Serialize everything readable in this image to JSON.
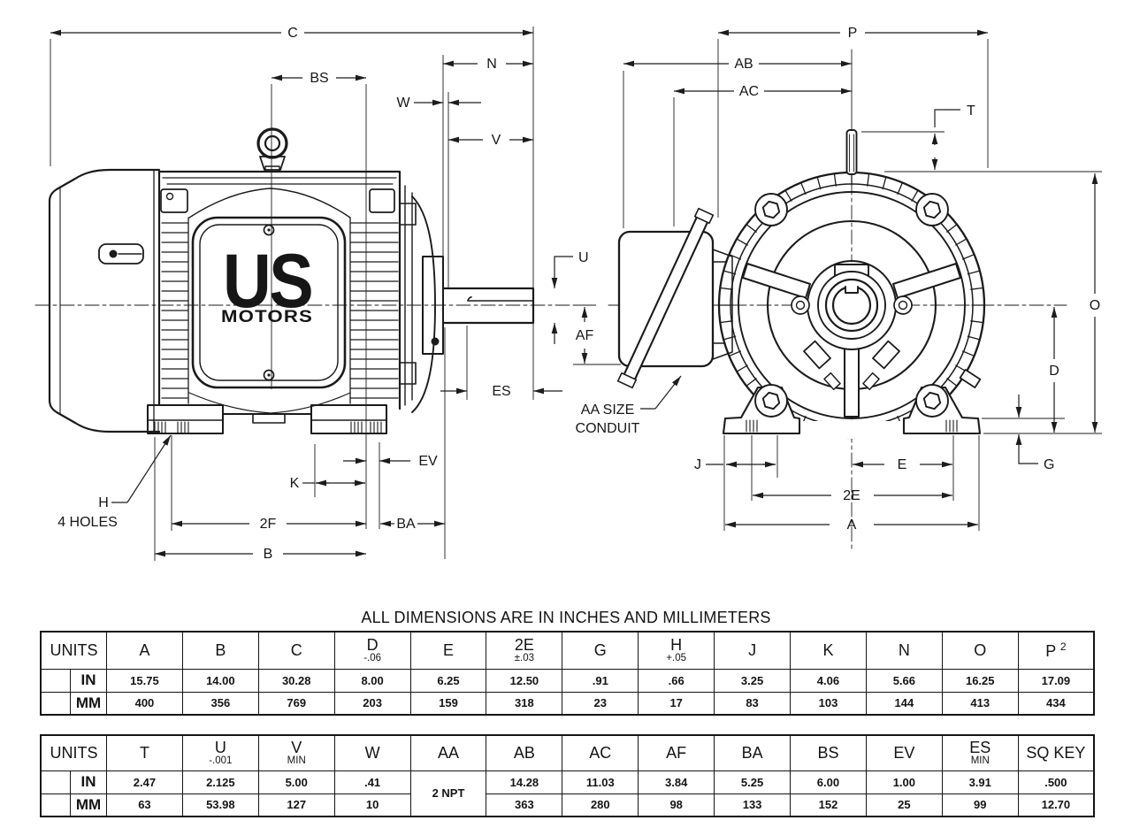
{
  "note": "ALL DIMENSIONS ARE IN INCHES AND MILLIMETERS",
  "logo": {
    "line1": "US",
    "line2": "MOTORS"
  },
  "conduit_label": {
    "line1": "AA SIZE",
    "line2": "CONDUIT"
  },
  "hole_label": {
    "line1": "H",
    "line2": "4 HOLES"
  },
  "dims": {
    "a": "A",
    "b": "B",
    "c": "C",
    "d": "D",
    "e": "E",
    "e2": "2E",
    "g": "G",
    "j": "J",
    "k": "K",
    "n": "N",
    "o": "O",
    "p": "P",
    "t": "T",
    "u": "U",
    "v": "V",
    "w": "W",
    "ab": "AB",
    "ac": "AC",
    "af": "AF",
    "ba": "BA",
    "bs": "BS",
    "ev": "EV",
    "es": "ES",
    "f2": "2F"
  },
  "tables": [
    {
      "unit_header": "UNITS",
      "columns": [
        {
          "label": "A"
        },
        {
          "label": "B"
        },
        {
          "label": "C"
        },
        {
          "label": "D",
          "sub": "-.06"
        },
        {
          "label": "E"
        },
        {
          "label": "2E",
          "sub": "±.03"
        },
        {
          "label": "G"
        },
        {
          "label": "H",
          "sub": "+.05"
        },
        {
          "label": "J"
        },
        {
          "label": "K"
        },
        {
          "label": "N"
        },
        {
          "label": "O"
        },
        {
          "label": "P",
          "sup": "2"
        }
      ],
      "rows": [
        {
          "unit": "IN",
          "values": [
            "15.75",
            "14.00",
            "30.28",
            "8.00",
            "6.25",
            "12.50",
            ".91",
            ".66",
            "3.25",
            "4.06",
            "5.66",
            "16.25",
            "17.09"
          ]
        },
        {
          "unit": "MM",
          "values": [
            "400",
            "356",
            "769",
            "203",
            "159",
            "318",
            "23",
            "17",
            "83",
            "103",
            "144",
            "413",
            "434"
          ]
        }
      ]
    },
    {
      "unit_header": "UNITS",
      "columns": [
        {
          "label": "T"
        },
        {
          "label": "U",
          "sub": "-.001"
        },
        {
          "label": "V",
          "sub": "MIN"
        },
        {
          "label": "W"
        },
        {
          "label": "AA"
        },
        {
          "label": "AB"
        },
        {
          "label": "AC"
        },
        {
          "label": "AF"
        },
        {
          "label": "BA"
        },
        {
          "label": "BS"
        },
        {
          "label": "EV"
        },
        {
          "label": "ES",
          "sub": "MIN"
        },
        {
          "label": "SQ KEY"
        }
      ],
      "rows": [
        {
          "unit": "IN",
          "values": [
            "2.47",
            "2.125",
            "5.00",
            ".41",
            {
              "value": "2 NPT",
              "rowspan": 2
            },
            "14.28",
            "11.03",
            "3.84",
            "5.25",
            "6.00",
            "1.00",
            "3.91",
            ".500"
          ]
        },
        {
          "unit": "MM",
          "values": [
            "63",
            "53.98",
            "127",
            "10",
            null,
            "363",
            "280",
            "98",
            "133",
            "152",
            "25",
            "99",
            "12.70"
          ]
        }
      ]
    }
  ]
}
